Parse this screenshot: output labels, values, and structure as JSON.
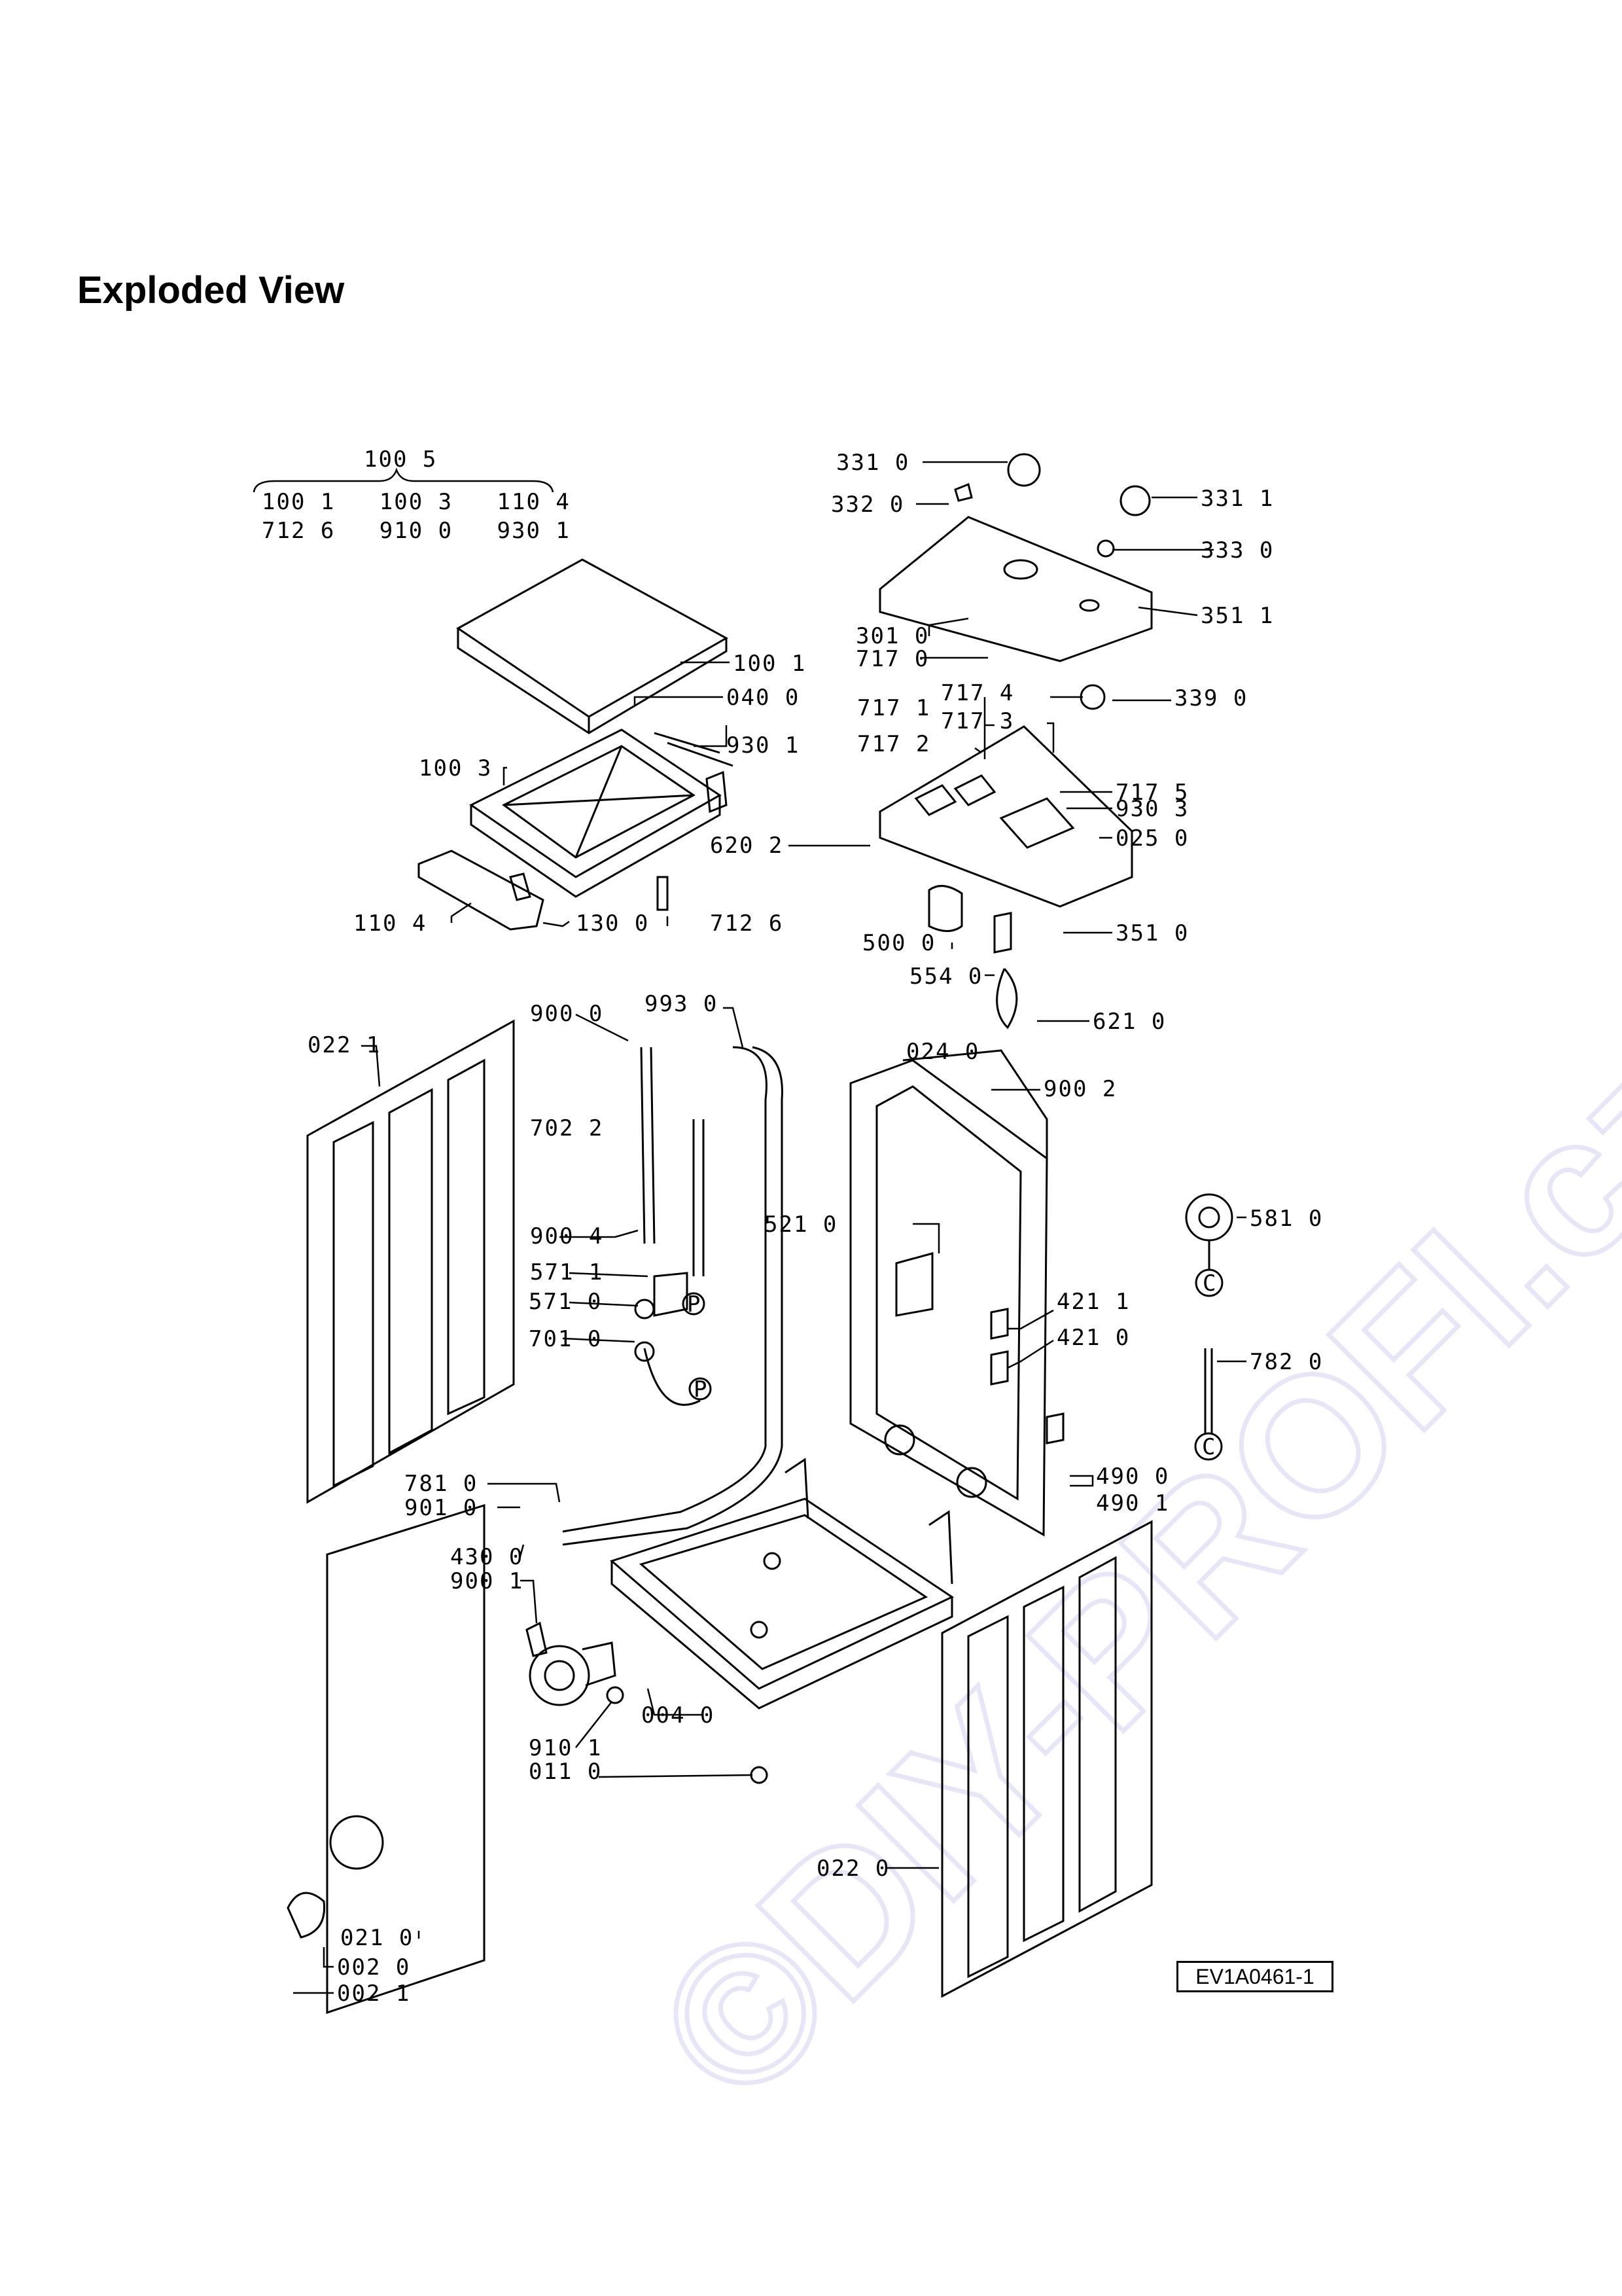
{
  "title": "Exploded View",
  "watermark": "©DIY-PROFI.cz",
  "drawing_code": "EV1A0461-1",
  "kit_group": {
    "header": "100 5",
    "row1": "100 1   100 3   110 4",
    "row2": "712 6   910 0   930 1"
  },
  "part_labels": [
    "331 0",
    "332 0",
    "331 1",
    "333 0",
    "351 1",
    "301 0",
    "717 0",
    "717 4",
    "339 0",
    "717 1",
    "717 3",
    "717 2",
    "717 5",
    "930 3",
    "025 0",
    "620 2",
    "500 0",
    "351 0",
    "554 0",
    "621 0",
    "100 1",
    "040 0",
    "930 1",
    "100 3",
    "110 4",
    "130 0",
    "712 6",
    "900 0",
    "993 0",
    "022 1",
    "702 2",
    "900 4",
    "571 1",
    "571 0",
    "701 0",
    "024 0",
    "900 2",
    "521 0",
    "581 0",
    "421 1",
    "421 0",
    "782 0",
    "490 0",
    "490 1",
    "781 0",
    "901 0",
    "430 0",
    "900 1",
    "004 0",
    "910 1",
    "011 0",
    "022 0",
    "021 0",
    "002 0",
    "002 1"
  ],
  "marker_letters": [
    "C",
    "C",
    "P",
    "P"
  ],
  "colors": {
    "ink": "#000000",
    "watermark": "#e6e6f8",
    "background": "#ffffff"
  }
}
